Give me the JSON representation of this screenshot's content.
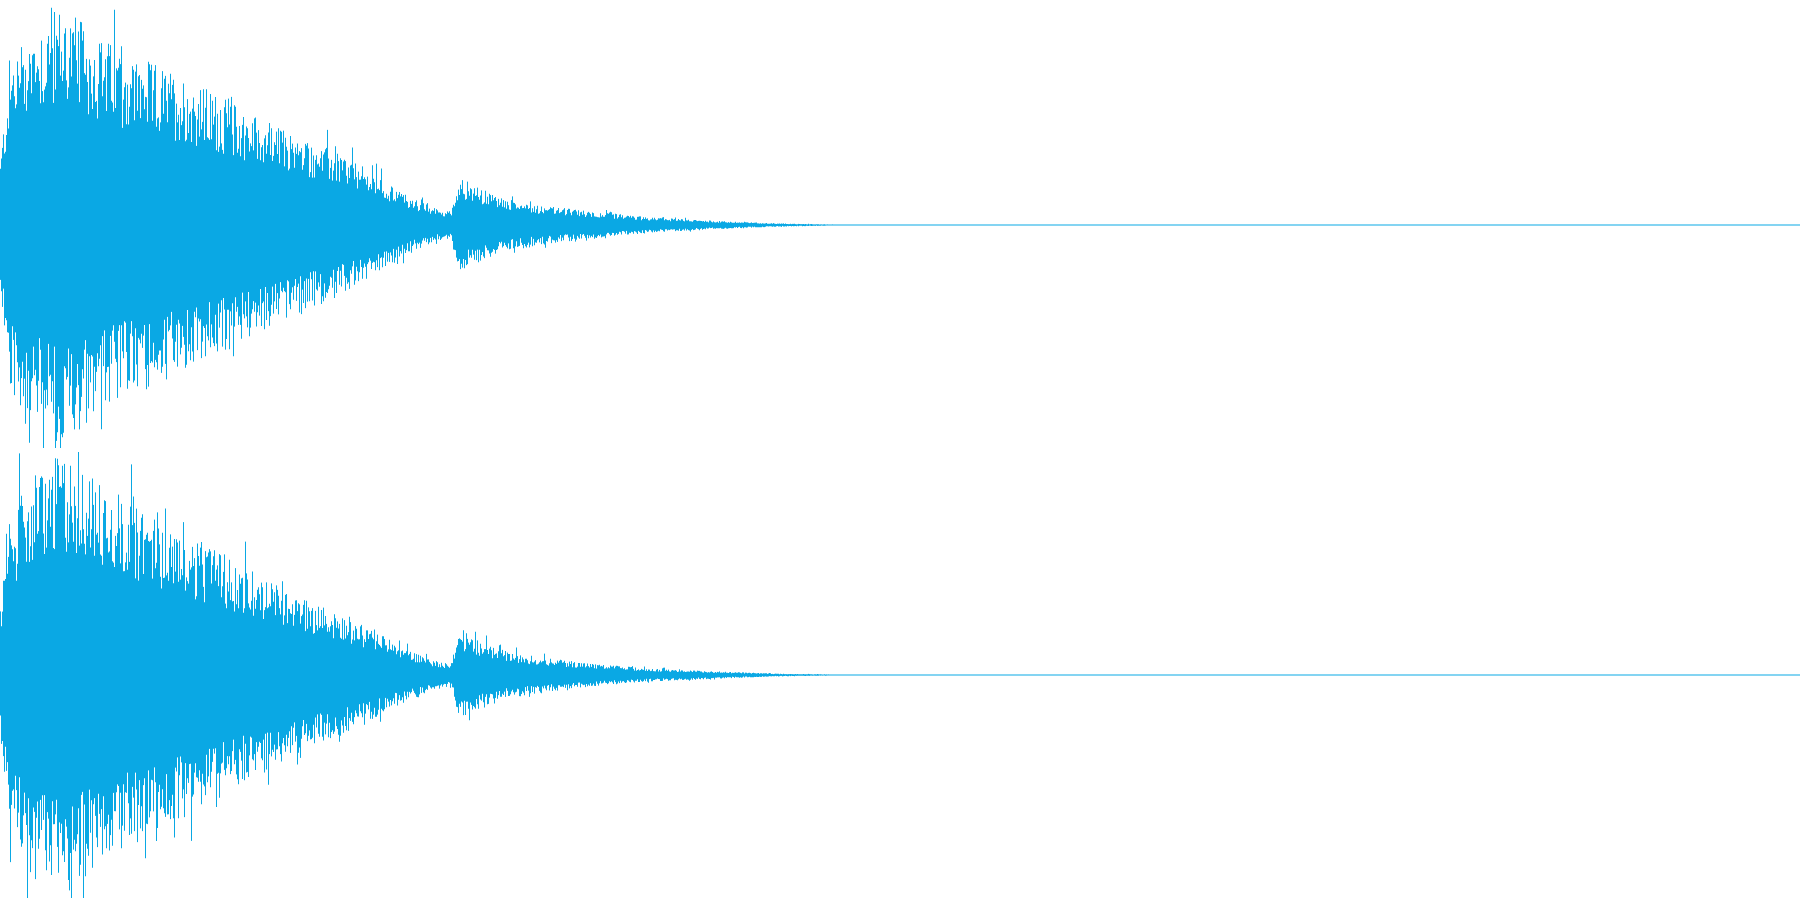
{
  "waveform": {
    "color": "#0aa8e4",
    "background": "#ffffff",
    "channel_count": 2,
    "channels": [
      {
        "name": "",
        "envelope": [
          [
            0.0,
            0.3
          ],
          [
            0.005,
            0.75
          ],
          [
            0.015,
            0.88
          ],
          [
            0.025,
            0.94
          ],
          [
            0.035,
            1.0
          ],
          [
            0.05,
            0.88
          ],
          [
            0.07,
            0.78
          ],
          [
            0.1,
            0.68
          ],
          [
            0.13,
            0.55
          ],
          [
            0.16,
            0.42
          ],
          [
            0.19,
            0.32
          ],
          [
            0.21,
            0.22
          ],
          [
            0.225,
            0.14
          ],
          [
            0.24,
            0.08
          ],
          [
            0.25,
            0.06
          ],
          [
            0.255,
            0.22
          ],
          [
            0.265,
            0.17
          ],
          [
            0.28,
            0.12
          ],
          [
            0.3,
            0.09
          ],
          [
            0.33,
            0.06
          ],
          [
            0.36,
            0.035
          ],
          [
            0.4,
            0.018
          ],
          [
            0.43,
            0.008
          ],
          [
            0.46,
            0.003
          ],
          [
            0.47,
            0.0
          ],
          [
            1.0,
            0.0
          ]
        ]
      },
      {
        "name": "",
        "envelope": [
          [
            0.0,
            0.3
          ],
          [
            0.005,
            0.7
          ],
          [
            0.015,
            0.88
          ],
          [
            0.025,
            0.95
          ],
          [
            0.035,
            1.0
          ],
          [
            0.05,
            0.9
          ],
          [
            0.07,
            0.8
          ],
          [
            0.1,
            0.65
          ],
          [
            0.13,
            0.52
          ],
          [
            0.16,
            0.38
          ],
          [
            0.19,
            0.27
          ],
          [
            0.21,
            0.19
          ],
          [
            0.225,
            0.12
          ],
          [
            0.24,
            0.07
          ],
          [
            0.25,
            0.05
          ],
          [
            0.255,
            0.2
          ],
          [
            0.265,
            0.16
          ],
          [
            0.28,
            0.11
          ],
          [
            0.3,
            0.08
          ],
          [
            0.33,
            0.05
          ],
          [
            0.36,
            0.03
          ],
          [
            0.4,
            0.016
          ],
          [
            0.43,
            0.007
          ],
          [
            0.46,
            0.003
          ],
          [
            0.47,
            0.0
          ],
          [
            1.0,
            0.0
          ]
        ]
      }
    ]
  }
}
